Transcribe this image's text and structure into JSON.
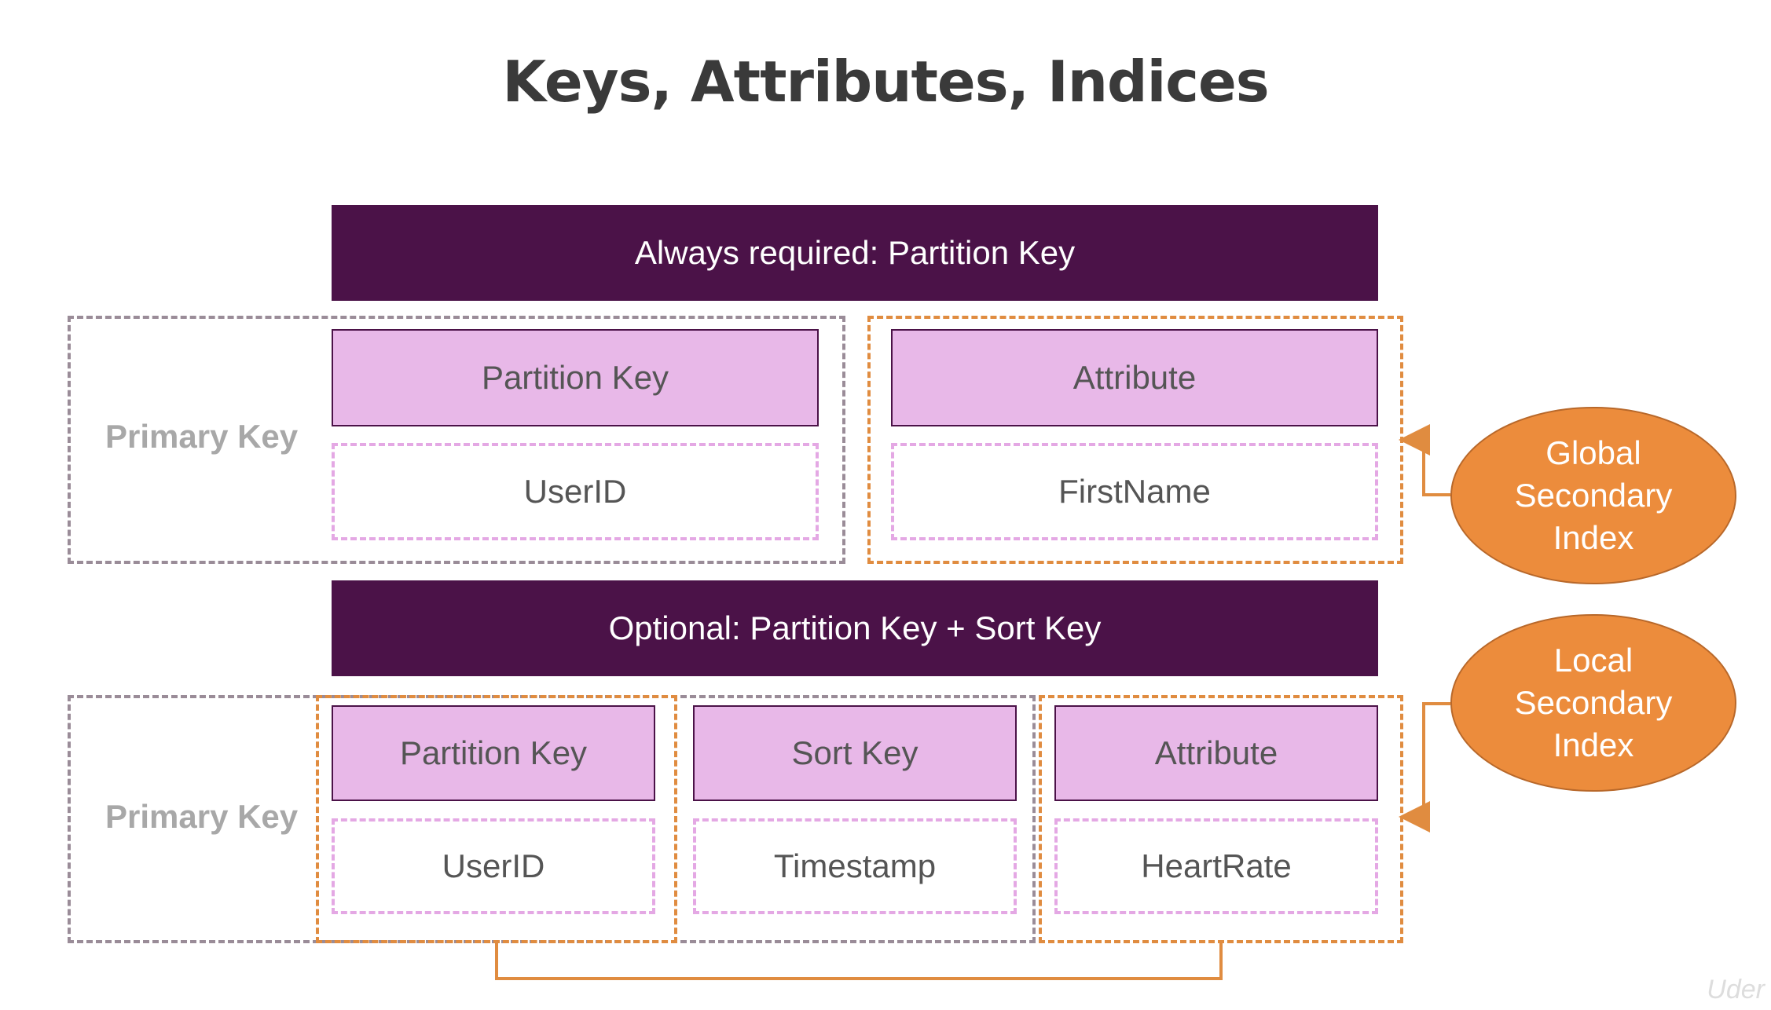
{
  "title": "Keys, Attributes, Indices",
  "section_required": {
    "banner": "Always required: Partition Key",
    "primary_key_label": "Primary Key",
    "partition_key": {
      "header": "Partition Key",
      "value": "UserID"
    },
    "attribute": {
      "header": "Attribute",
      "value": "FirstName"
    }
  },
  "section_optional": {
    "banner": "Optional: Partition Key + Sort Key",
    "primary_key_label": "Primary Key",
    "partition_key": {
      "header": "Partition Key",
      "value": "UserID"
    },
    "sort_key": {
      "header": "Sort Key",
      "value": "Timestamp"
    },
    "attribute": {
      "header": "Attribute",
      "value": "HeartRate"
    }
  },
  "indices": {
    "global": [
      "Global",
      "Secondary",
      "Index"
    ],
    "local": [
      "Local",
      "Secondary",
      "Index"
    ]
  },
  "colors": {
    "banner": "#4b1248",
    "key_box": "#e8b8e8",
    "index_oval": "#ec8c3c",
    "primary_group_border": "#9a8c98",
    "index_group_border": "#e08c40"
  },
  "watermark": "Uder"
}
